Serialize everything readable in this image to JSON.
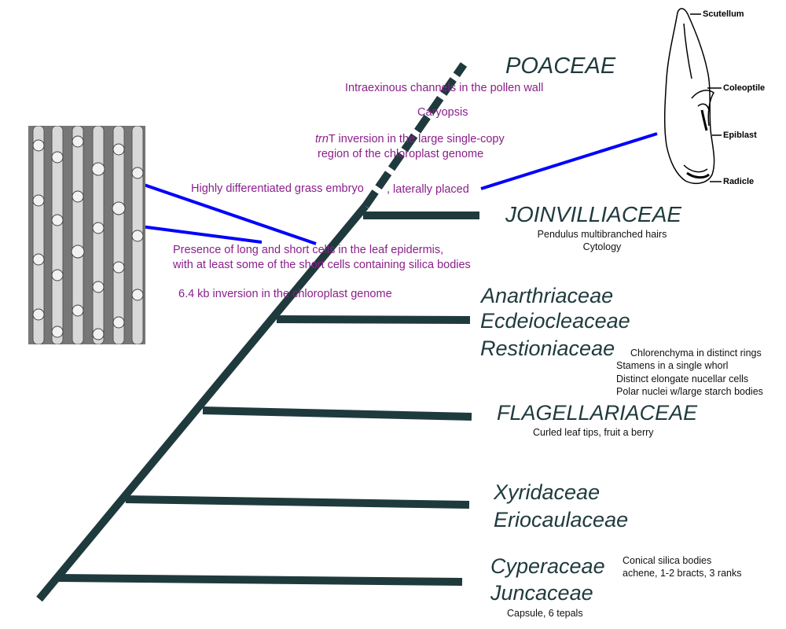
{
  "colors": {
    "branch": "#1f3a3d",
    "character_text": "#8a1f8a",
    "pointer_line": "#0000ff"
  },
  "taxa": {
    "poaceae": "POACEAE",
    "joinvilliaceae": "JOINVILLIACEAE",
    "anarthriaceae": "Anarthriaceae",
    "ecdeiocleaceae": "Ecdeiocleaceae",
    "restionaceae": "Restioniaceae",
    "flagellariaceae": "FLAGELLARIACEAE",
    "xyridaceae": "Xyridaceae",
    "eriocaulaceae": "Eriocaulaceae",
    "cyperaceae": "Cyperaceae",
    "juncaceae": "Juncaceae"
  },
  "characters": {
    "pollen": "Intraexinous channels in the pollen wall",
    "caryopsis": "Caryopsis",
    "trnT_prefix": "trn",
    "trnT_rest": "T inversion in the large single-copy",
    "trnT_line2": "region of the chloroplast genome",
    "embryo": "Highly differentiated grass embryo",
    "embryo_rest": ", laterally placed",
    "epidermis_line1": "Presence of long and short cells in the leaf epidermis,",
    "epidermis_line2": "with at least some of the short cells containing silica bodies",
    "inversion": "6.4 kb inversion in the chloroplast genome"
  },
  "notes": {
    "joinvilliaceae": [
      "Pendulus multibranched hairs",
      "Cytology"
    ],
    "restionaceae": [
      "Chlorenchyma in distinct rings",
      "Stamens in a single whorl",
      "Distinct elongate nucellar cells",
      "Polar nuclei w/large starch bodies"
    ],
    "flagellariaceae": "Curled leaf tips, fruit a berry",
    "cyperaceae": [
      "Conical silica bodies",
      "achene, 1-2 bracts, 3 ranks"
    ],
    "juncaceae": "Capsule, 6 tepals"
  },
  "embryo_labels": {
    "scutellum": "Scutellum",
    "coleoptile": "Coleoptile",
    "epiblast": "Epiblast",
    "radicle": "Radicle"
  }
}
